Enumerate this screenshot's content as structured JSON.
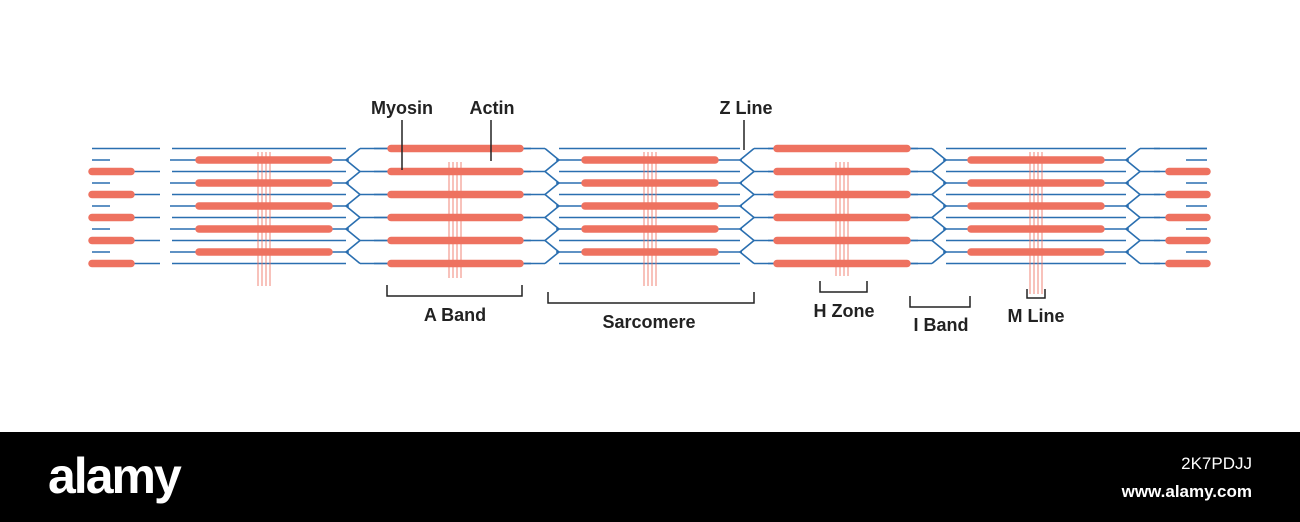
{
  "labels": {
    "myosin": "Myosin",
    "actin": "Actin",
    "z_line": "Z Line",
    "a_band": "A Band",
    "sarcomere": "Sarcomere",
    "h_zone": "H Zone",
    "i_band": "I Band",
    "m_line": "M Line"
  },
  "colors": {
    "actin": "#2a6fb0",
    "myosin": "#ee7260",
    "text": "#222222",
    "footer": "#000000"
  },
  "footer": {
    "logo": "alamy",
    "image_id": "2K7PDJJ",
    "website": "www.alamy.com"
  }
}
